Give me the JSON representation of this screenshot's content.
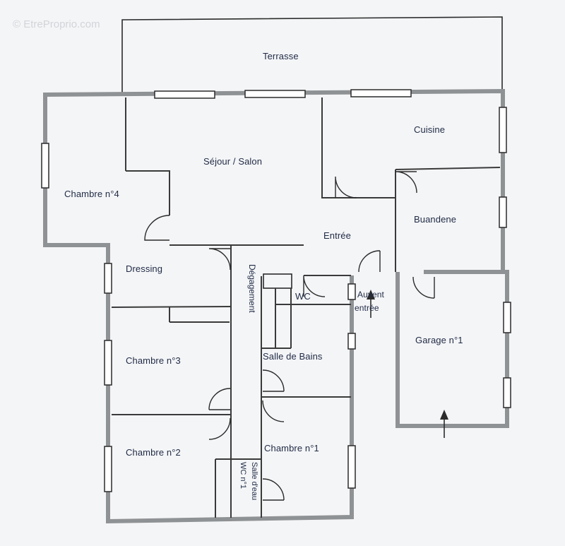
{
  "watermark": "© EtreProprio.com",
  "rooms": {
    "terrasse": "Terrasse",
    "sejour": "Séjour / Salon",
    "cuisine": "Cuisine",
    "chambre4": "Chambre n°4",
    "buanderie": "Buandene",
    "entree": "Entrée",
    "dressing": "Dressing",
    "degagement": "Dégagement",
    "wc": "WC",
    "auvent_line1": "Auvent",
    "auvent_line2": "entrée",
    "garage": "Garage n°1",
    "chambre3": "Chambre n°3",
    "salle_bains": "Salle de Bains",
    "chambre2": "Chambre n°2",
    "chambre1": "Chambre n°1",
    "salle_eau": "Salle d'eau",
    "wc1": "WC n°1"
  },
  "colors": {
    "background": "#f4f5f7",
    "wall": "#8f9294",
    "line": "#2b2b2b",
    "label": "#1f2a44"
  }
}
